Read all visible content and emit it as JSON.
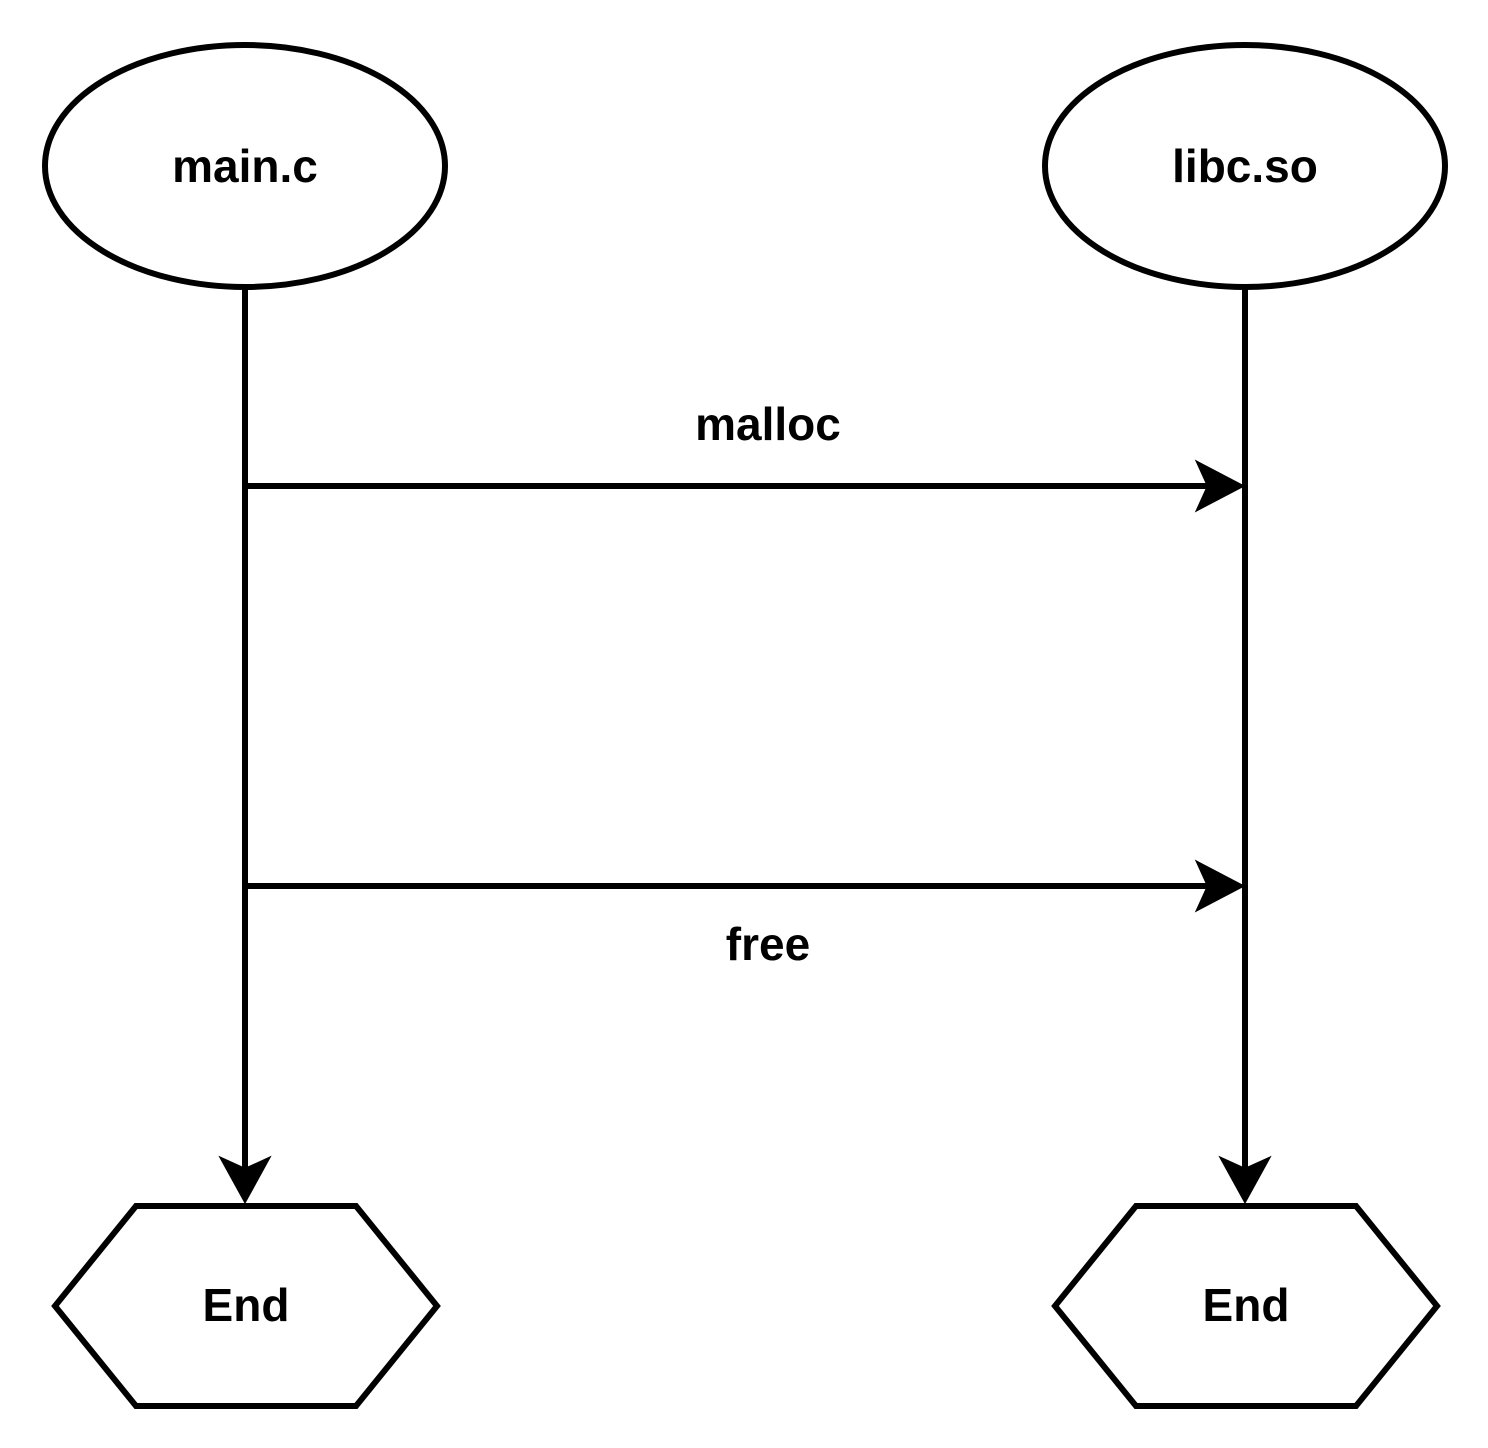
{
  "diagram": {
    "type": "sequence",
    "colors": {
      "stroke": "#000000",
      "fill": "#ffffff",
      "text": "#000000"
    },
    "participants": [
      {
        "id": "main",
        "label": "main.c",
        "end_label": "End"
      },
      {
        "id": "libc",
        "label": "libc.so",
        "end_label": "End"
      }
    ],
    "messages": [
      {
        "id": "malloc",
        "from": "main",
        "to": "libc",
        "label": "malloc",
        "label_position": "above"
      },
      {
        "id": "free",
        "from": "main",
        "to": "libc",
        "label": "free",
        "label_position": "below"
      }
    ]
  }
}
